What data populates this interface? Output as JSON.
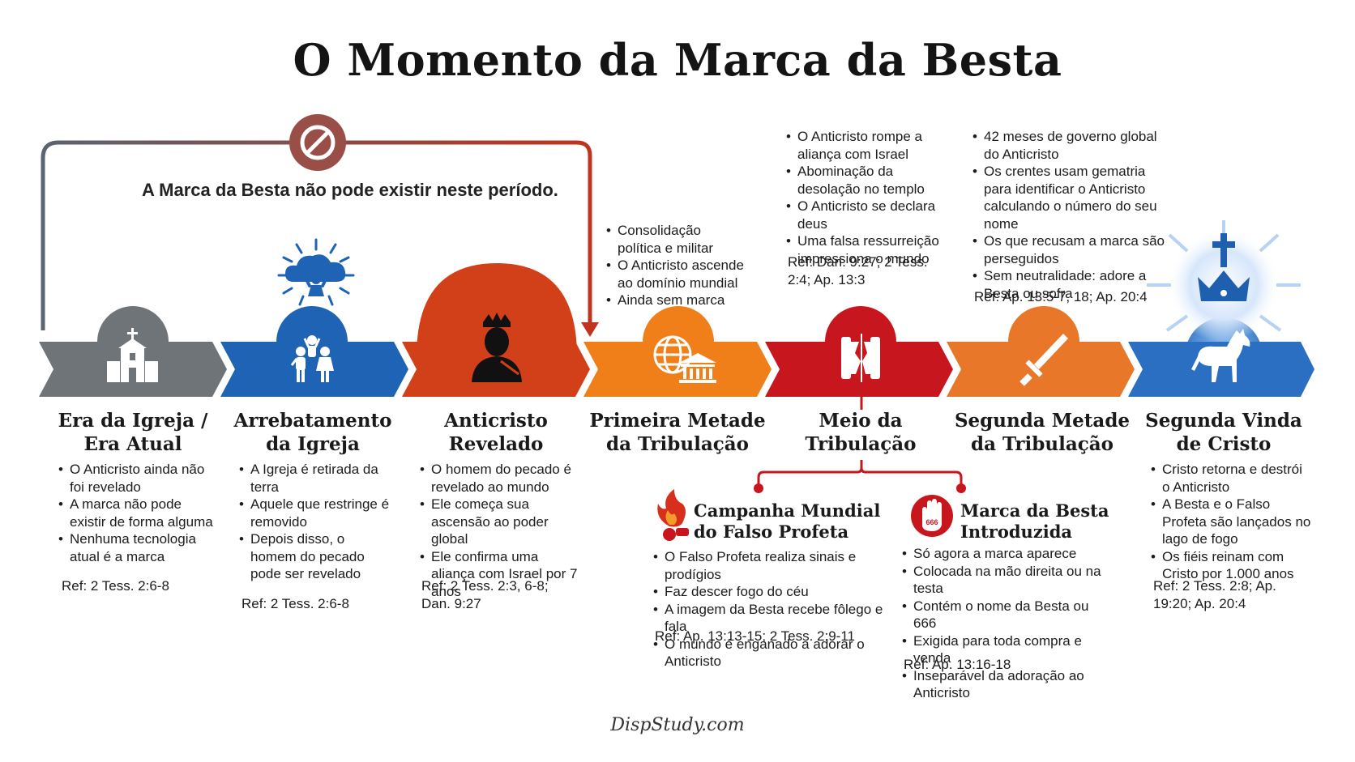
{
  "title": "O Momento da Marca da Besta",
  "no_mark_note": "A Marca da Besta não pode existir neste período.",
  "colors": {
    "gray": "#6f7478",
    "blue": "#1f63b5",
    "red_orange": "#d2401a",
    "orange": "#f07f1a",
    "red": "#c8161e",
    "orange2": "#e8772a",
    "blue2": "#2a6fc2",
    "arrow_gradient_start": "#5b6470",
    "arrow_gradient_end": "#c0331e"
  },
  "stages": [
    {
      "icon": "church-icon",
      "title_l1": "Era da Igreja /",
      "title_l2": "Era Atual",
      "bullets": [
        "O Anticristo ainda não foi revelado",
        "A marca não pode existir de forma alguma",
        "Nenhuma tecnologia atual é a marca"
      ],
      "ref": "Ref: 2 Tess. 2:6-8"
    },
    {
      "icon": "raised-family-icon",
      "title_l1": "Arrebatamento",
      "title_l2": "da Igreja",
      "bullets": [
        "A Igreja é retirada da terra",
        "Aquele que restringe é removido",
        "Depois disso, o homem do pecado pode ser revelado"
      ],
      "ref": "Ref: 2 Tess. 2:6-8"
    },
    {
      "icon": "crowned-man-icon",
      "title_l1": "Anticristo",
      "title_l2": "Revelado",
      "bullets": [
        "O homem do pecado é revelado ao mundo",
        "Ele começa sua ascensão ao poder global",
        "Ele confirma uma aliança com Israel por 7 anos"
      ],
      "ref": "Ref: 2 Tess. 2:3, 6-8; Dan. 9:27"
    },
    {
      "icon": "globe-bank-icon",
      "title_l1": "Primeira Metade",
      "title_l2": "da Tribulação",
      "bullets": [
        "Consolidação política e militar",
        "O Anticristo ascende ao domínio mundial",
        "Ainda sem marca"
      ],
      "ref": ""
    },
    {
      "icon": "torn-scroll-icon",
      "title_l1": "Meio da",
      "title_l2": "Tribulação",
      "bullets": [
        "O Anticristo rompe a aliança com Israel",
        "Abominação da desolação no templo",
        "O Anticristo se declara deus",
        "Uma falsa ressurreição impressiona o mundo"
      ],
      "ref": "Ref: Dan. 9:27; 2 Tess. 2:4; Ap. 13:3"
    },
    {
      "icon": "sword-icon",
      "title_l1": "Segunda Metade",
      "title_l2": "da Tribulação",
      "bullets": [
        "42 meses de governo global do Anticristo",
        "Os crentes usam gematria para identificar o Anticristo calculando o número do seu nome",
        "Os que recusam a marca são perseguidos",
        "Sem neutralidade: adore a Besta ou sofra"
      ],
      "ref": "Ref: Ap. 13:5-7, 18; Ap. 20:4"
    },
    {
      "icon": "white-horse-icon",
      "title_l1": "Segunda Vinda",
      "title_l2": "de Cristo",
      "bullets": [
        "Cristo retorna e destrói o Anticristo",
        "A Besta e o Falso Profeta são lançados no lago de fogo",
        "Os fiéis reinam com Cristo por 1.000 anos"
      ],
      "ref": "Ref: 2 Tess. 2:8; Ap. 19:20; Ap. 20:4"
    }
  ],
  "sub_events": [
    {
      "icon": "fire-icon",
      "title_l1": "Campanha Mundial",
      "title_l2": "do Falso Profeta",
      "bullets": [
        "O Falso Profeta realiza sinais e prodígios",
        "Faz descer fogo do céu",
        "A imagem da Besta recebe fôlego e fala",
        "O mundo é enganado a adorar o Anticristo"
      ],
      "ref": "Ref: Ap. 13:13-15; 2 Tess. 2:9-11"
    },
    {
      "icon": "hand-666-icon",
      "icon_text": "666",
      "title_l1": "Marca da Besta",
      "title_l2": "Introduzida",
      "bullets": [
        "Só agora a marca aparece",
        "Colocada na mão direita ou na testa",
        "Contém o nome da Besta ou 666",
        "Exigida para toda compra e venda",
        "Inseparável da adoração ao Anticristo"
      ],
      "ref": "Ref: Ap. 13:16-18"
    }
  ],
  "footer": "DispStudy.com"
}
